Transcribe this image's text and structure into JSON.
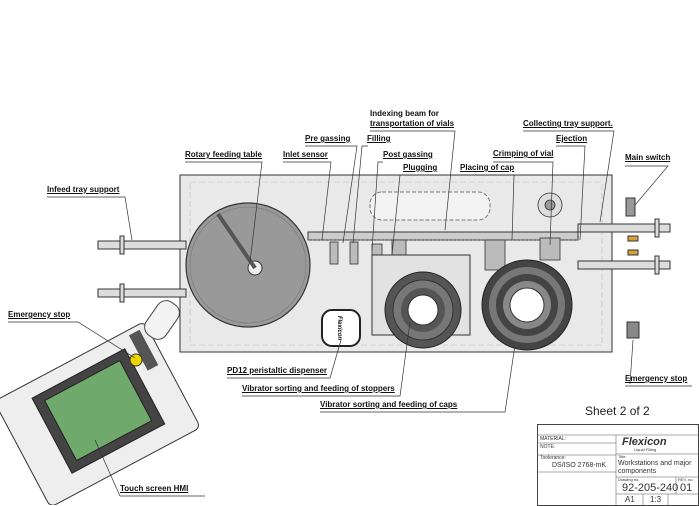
{
  "labels": {
    "infeed_tray_support": "Infeed tray support",
    "rotary_feeding_table": "Rotary feeding table",
    "inlet_sensor": "Inlet sensor",
    "pre_gassing": "Pre gassing",
    "filling": "Filling",
    "indexing_beam_1": "Indexing beam for",
    "indexing_beam_2": "transportation of vials",
    "post_gassing": "Post gassing",
    "plugging": "Plugging",
    "placing_of_cap": "Placing of cap",
    "crimping_of_vial": "Crimping of vial",
    "collecting_tray_support": "Collecting tray support.",
    "ejection": "Ejection",
    "main_switch": "Main switch",
    "emergency_stop_left": "Emergency stop",
    "emergency_stop_right": "Emergency stop",
    "pd12_dispenser": "PD12 peristaltic dispenser",
    "vibrator_stoppers": "Vibrator sorting and feeding of stoppers",
    "vibrator_caps": "Vibrator sorting and feeding of caps",
    "touch_screen_hmi": "Touch screen HMI",
    "dispenser_logo": "Flexicon"
  },
  "sheet": "Sheet 2 of 2",
  "title_block": {
    "company": "Flexicon",
    "company_sub": "Liquid Filling",
    "material_label": "MATERIAL:",
    "note_label": "NOTE:",
    "tolerance_label": "Toolerance:",
    "tolerance": "DS/ISO 2768-mK",
    "title_label": "Title:",
    "title": "Workstations and major components",
    "drawing_no_label": "Drawing no.",
    "drawing_no": "92-205-240",
    "revision_label": "REV. no.",
    "revision": "01",
    "format": "A1",
    "scale": "1:3"
  },
  "colors": {
    "hmi_screen": "#6fa96b",
    "drawing_line": "#333333",
    "body_fill": "#e6e6e6"
  }
}
